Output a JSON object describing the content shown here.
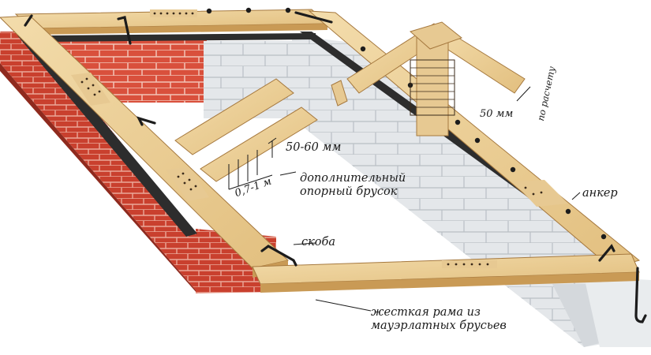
{
  "labels": {
    "thickness": "50-60 мм",
    "support_beam": "дополнительный\nопорный брусок",
    "spacing": "0,7-1 м",
    "bracket": "скоба",
    "anchor": "анкер",
    "frame": "жесткая рама из\nмауэрлатных брусьев",
    "rafter_thickness": "50 мм",
    "by_calculation": "по расчету"
  },
  "colors": {
    "wood": "#efd39c",
    "wood_dark": "#c99a55",
    "brick": "#d9503c",
    "block": "#e4e7ea",
    "waterproofing": "#2d2d2d",
    "anchor": "#1c1c1c"
  }
}
